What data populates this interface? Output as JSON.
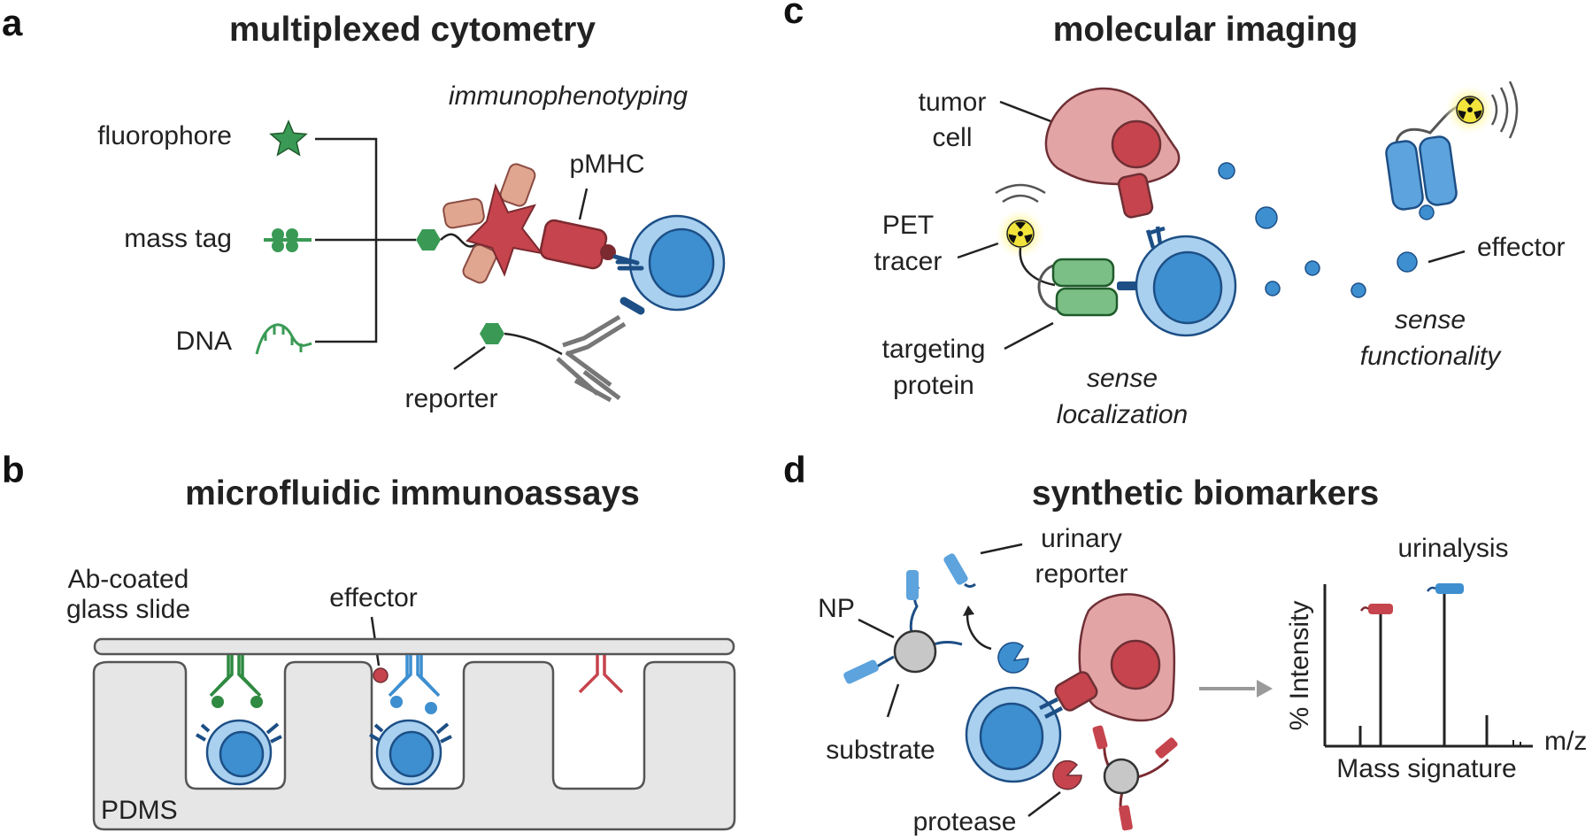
{
  "panels": {
    "a": {
      "letter": "a",
      "title": "multiplexed cytometry",
      "subtitle": "immunophenotyping",
      "labels": {
        "fluorophore": "fluorophore",
        "mass_tag": "mass tag",
        "dna": "DNA",
        "pmhc": "pMHC",
        "reporter": "reporter"
      }
    },
    "b": {
      "letter": "b",
      "title": "microfluidic immunoassays",
      "labels": {
        "slide_line1": "Ab-coated",
        "slide_line2": "glass slide",
        "effector": "effector",
        "pdms": "PDMS"
      }
    },
    "c": {
      "letter": "c",
      "title": "molecular imaging",
      "labels": {
        "tumor_line1": "tumor",
        "tumor_line2": "cell",
        "pet_line1": "PET",
        "pet_line2": "tracer",
        "targeting_line1": "targeting",
        "targeting_line2": "protein",
        "effector": "effector",
        "sense_loc_line1": "sense",
        "sense_loc_line2": "localization",
        "sense_func_line1": "sense",
        "sense_func_line2": "functionality"
      }
    },
    "d": {
      "letter": "d",
      "title": "synthetic biomarkers",
      "labels": {
        "urinary_line1": "urinary",
        "urinary_line2": "reporter",
        "np": "NP",
        "substrate": "substrate",
        "protease": "protease",
        "urinalysis": "urinalysis",
        "y_axis": "% Intensity",
        "x_axis": "Mass signature",
        "x_unit": "m/z"
      },
      "colors": {
        "red": "#c6444d",
        "blue": "#3d8fd0",
        "green": "#3a9a55"
      }
    }
  }
}
